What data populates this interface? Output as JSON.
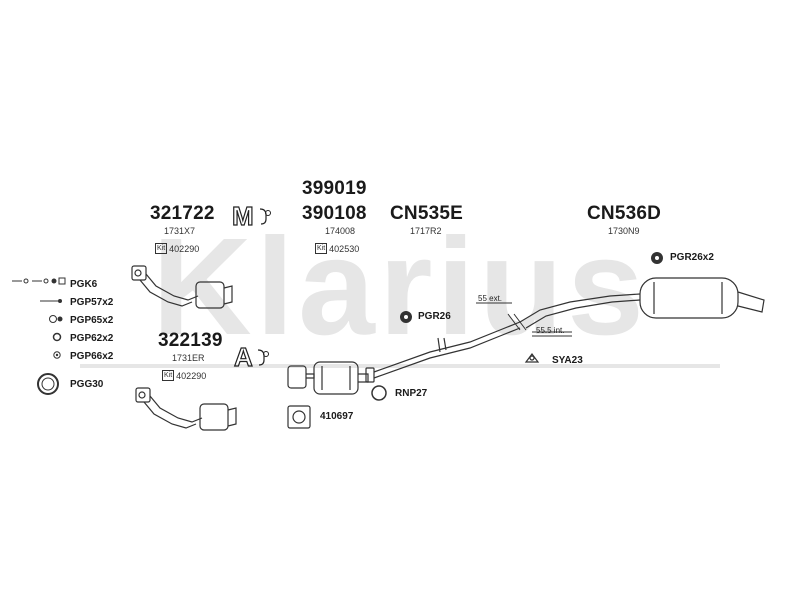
{
  "watermark": "Klarius",
  "groups": [
    {
      "part": "321722",
      "oem": "1731X7",
      "kit": "402290"
    },
    {
      "part": "399019"
    },
    {
      "part": "390108",
      "oem": "174008",
      "kit": "402530"
    },
    {
      "part": "CN535E",
      "oem": "1717R2"
    },
    {
      "part": "CN536D",
      "oem": "1730N9"
    },
    {
      "part": "322139",
      "oem": "1731ER",
      "kit": "402290"
    }
  ],
  "kit_tag": "Kit",
  "badges": {
    "m": "M",
    "a": "A"
  },
  "fittings_list": [
    {
      "label": "PGK6"
    },
    {
      "label": "PGP57x2"
    },
    {
      "label": "PGP65x2"
    },
    {
      "label": "PGP62x2"
    },
    {
      "label": "PGP66x2"
    },
    {
      "label": "PGG30"
    }
  ],
  "callouts": {
    "pgr26x2": "PGR26x2",
    "pgr26": "PGR26",
    "sya23": "SYA23",
    "rnp27": "RNP27",
    "gasket": "410697",
    "ext55": "55 ext.",
    "int55": "55.5 int."
  }
}
